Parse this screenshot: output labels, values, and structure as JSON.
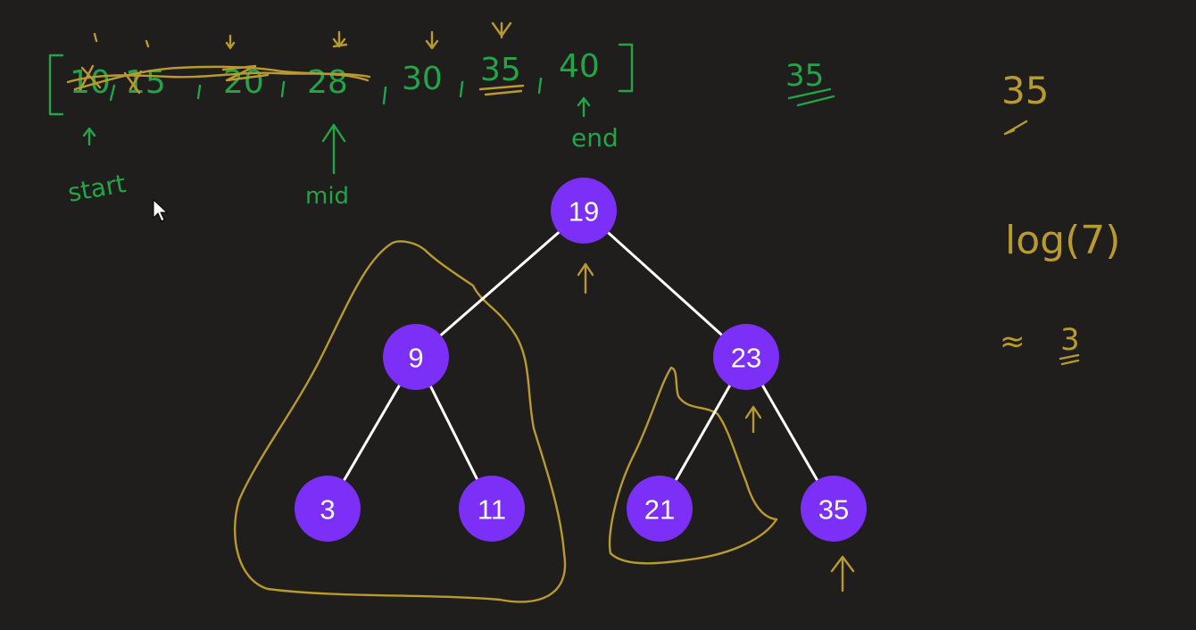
{
  "array": {
    "open_bracket": "[",
    "close_bracket": "]",
    "elements": [
      "10",
      "15",
      "20",
      "28",
      "30",
      "35",
      "40"
    ],
    "separator": ","
  },
  "pointers": {
    "start": "start",
    "mid": "mid",
    "end": "end"
  },
  "target_middle": "35",
  "target_right": "35",
  "complexity": {
    "log_expr": "log(7)",
    "approx_symbol": "≈",
    "approx_value": "3"
  },
  "tree": {
    "nodes": [
      {
        "id": "n19",
        "value": "19",
        "parent": null
      },
      {
        "id": "n9",
        "value": "9",
        "parent": "n19"
      },
      {
        "id": "n23",
        "value": "23",
        "parent": "n19"
      },
      {
        "id": "n3",
        "value": "3",
        "parent": "n9"
      },
      {
        "id": "n11",
        "value": "11",
        "parent": "n9"
      },
      {
        "id": "n21",
        "value": "21",
        "parent": "n23"
      },
      {
        "id": "n35",
        "value": "35",
        "parent": "n23"
      }
    ]
  },
  "colors": {
    "background": "#1f1e1d",
    "node_fill": "#7b2ff7",
    "green_ink": "#22a447",
    "gold_ink": "#b99a2e"
  }
}
